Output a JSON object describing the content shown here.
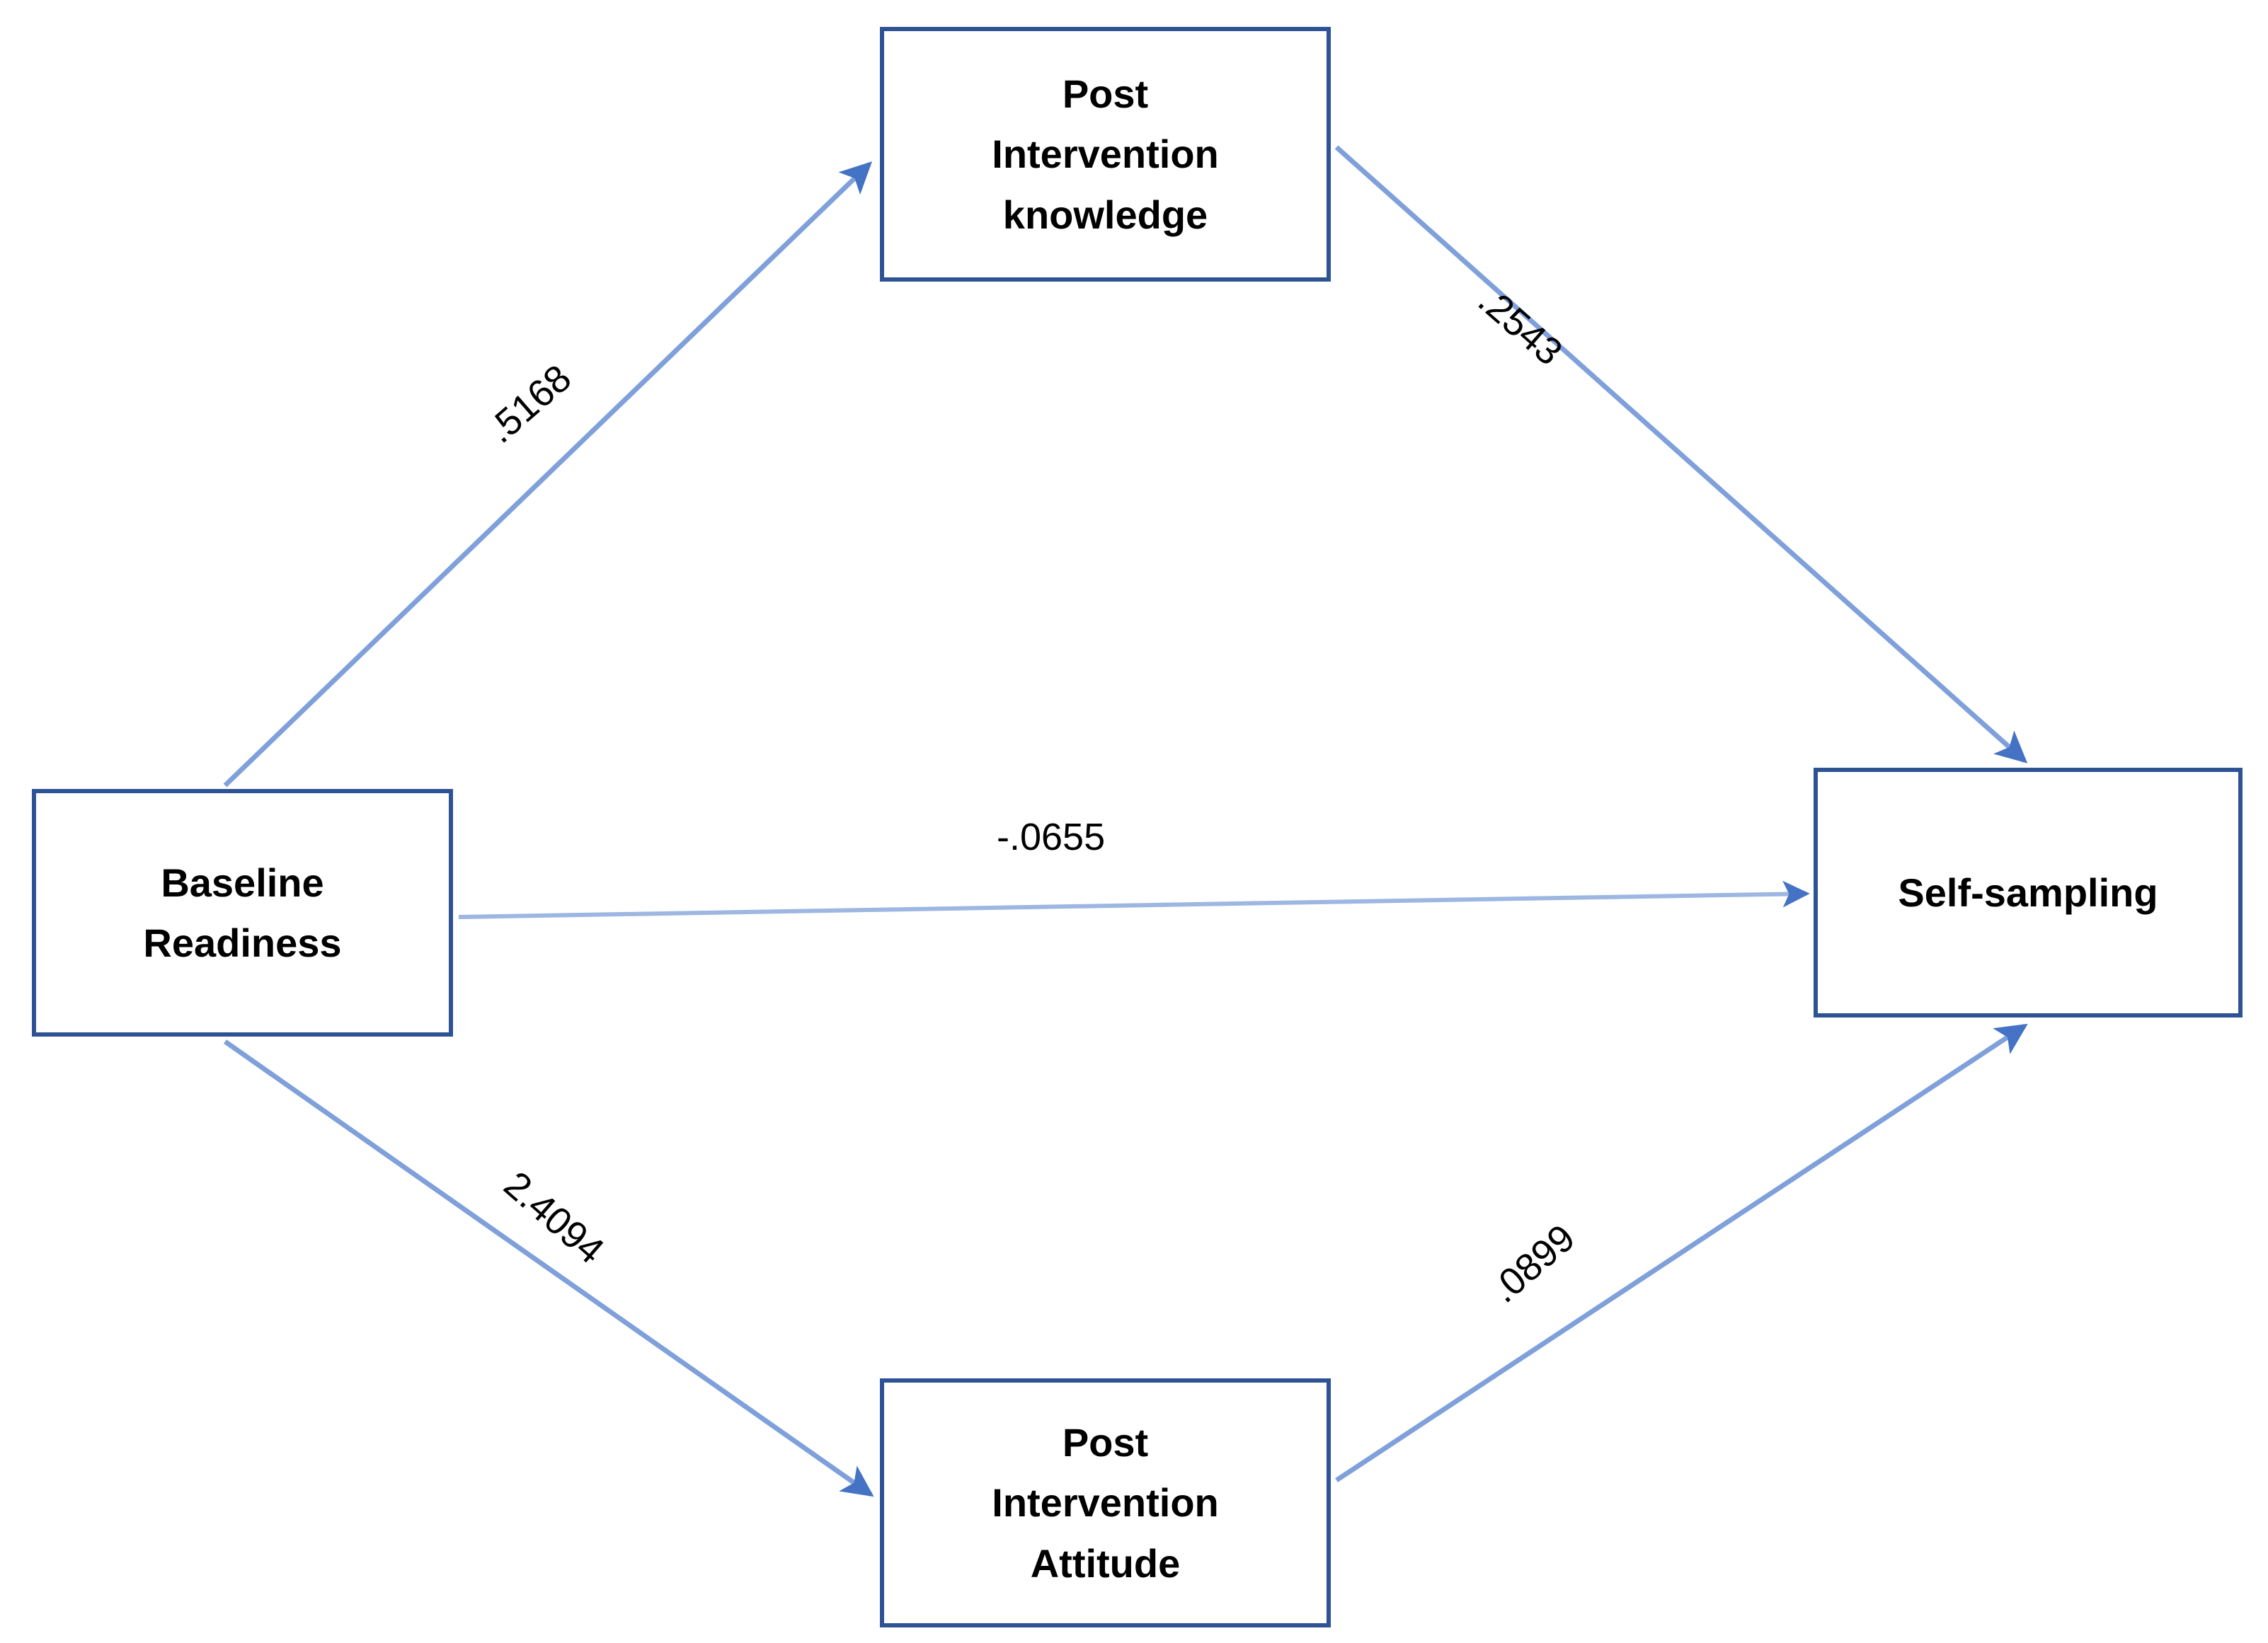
{
  "figure": {
    "type": "path-diagram",
    "background_color": "#ffffff",
    "node_border_color": "#2E5395",
    "edge_color": "#4472C4",
    "label_color": "#000000"
  },
  "nodes": {
    "baseline": {
      "id": "baseline-readiness",
      "label": "Baseline\nReadiness",
      "role": "predictor"
    },
    "knowledge": {
      "id": "post-intervention-knowledge",
      "label": "Post\nIntervention\nknowledge",
      "role": "mediator"
    },
    "attitude": {
      "id": "post-intervention-attitude",
      "label": "Post\nIntervention\nAttitude",
      "role": "mediator"
    },
    "outcome": {
      "id": "self-sampling",
      "label": "Self-sampling",
      "role": "outcome"
    }
  },
  "edges": [
    {
      "id": "baseline-to-knowledge",
      "from": "Baseline Readiness",
      "to": "Post Intervention knowledge",
      "coefficient": ".5168"
    },
    {
      "id": "knowledge-to-selfsampling",
      "from": "Post Intervention knowledge",
      "to": "Self-sampling",
      "coefficient": ".2543"
    },
    {
      "id": "baseline-to-selfsampling",
      "from": "Baseline Readiness",
      "to": "Self-sampling",
      "coefficient": "-.0655"
    },
    {
      "id": "baseline-to-attitude",
      "from": "Baseline Readiness",
      "to": "Post Intervention Attitude",
      "coefficient": "2.4094"
    },
    {
      "id": "attitude-to-selfsampling",
      "from": "Post Intervention Attitude",
      "to": "Self-sampling",
      "coefficient": ".0899"
    }
  ],
  "chart_data": {
    "type": "diagram",
    "title": "",
    "categories": [
      "Baseline Readiness -> Post Intervention knowledge",
      "Post Intervention knowledge -> Self-sampling",
      "Baseline Readiness -> Self-sampling",
      "Baseline Readiness -> Post Intervention Attitude",
      "Post Intervention Attitude -> Self-sampling"
    ],
    "values": [
      0.5168,
      0.2543,
      -0.0655,
      2.4094,
      0.0899
    ],
    "labels": [
      ".5168",
      ".2543",
      "-.0655",
      "2.4094",
      ".0899"
    ]
  }
}
